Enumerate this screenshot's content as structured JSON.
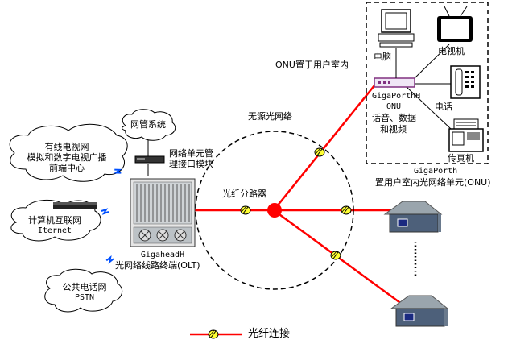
{
  "cloud_cable_tv": [
    "有线电视网",
    "模拟和数字电视广播",
    "前端中心"
  ],
  "cloud_internet": [
    "计算机互联网",
    "Iternet"
  ],
  "cloud_pstn": [
    "公共电话网",
    "PSTN"
  ],
  "cloud_nms": "网管系统",
  "nms_interface": [
    "网络单元管",
    "理接口模块"
  ],
  "olt_name": "GigaheadH",
  "olt_desc": "光网络线路终端(OLT)",
  "splitter_label": "光纤分路器",
  "pon_label": "无源光网络",
  "onu_indoor_title": "ONU置于用户室内",
  "pc_label": "电脑",
  "tv_label": "电视机",
  "onu_device_name": "GigaPorthH",
  "onu_short": "ONU",
  "onu_services": [
    "话音、数据",
    "和视频"
  ],
  "phone_label": "电话",
  "fax_label": "传真机",
  "onu_unit_name": "GigaPorth",
  "onu_unit_desc": "置用户室内光网络单元(ONU)",
  "legend_label": "光纤连接",
  "colors": {
    "fiber": "#ff0000",
    "coupler_fill": "#ffff33",
    "splitter_fill": "#ff0000",
    "house_wall": "#4d607a",
    "house_roof": "#9aa5ad"
  }
}
